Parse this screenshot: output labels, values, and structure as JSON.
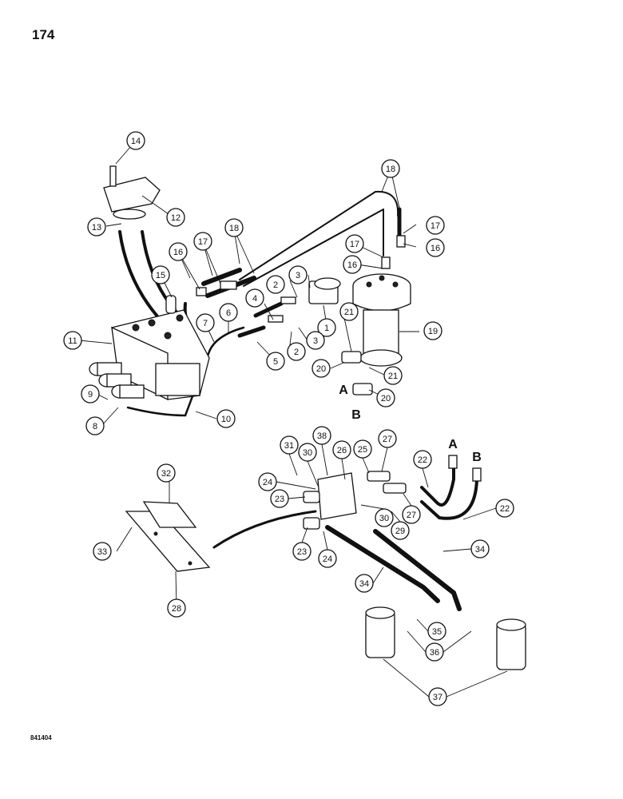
{
  "page_number": "174",
  "figure_code": "841404",
  "callouts": [
    "1",
    "2",
    "3",
    "4",
    "5",
    "6",
    "7",
    "8",
    "9",
    "10",
    "11",
    "12",
    "13",
    "14",
    "15",
    "16",
    "17",
    "18",
    "19",
    "20",
    "21",
    "22",
    "23",
    "24",
    "25",
    "26",
    "27",
    "28",
    "29",
    "30",
    "31",
    "32",
    "33",
    "34",
    "35",
    "36",
    "37",
    "38"
  ],
  "port_letters": [
    "A",
    "B"
  ]
}
